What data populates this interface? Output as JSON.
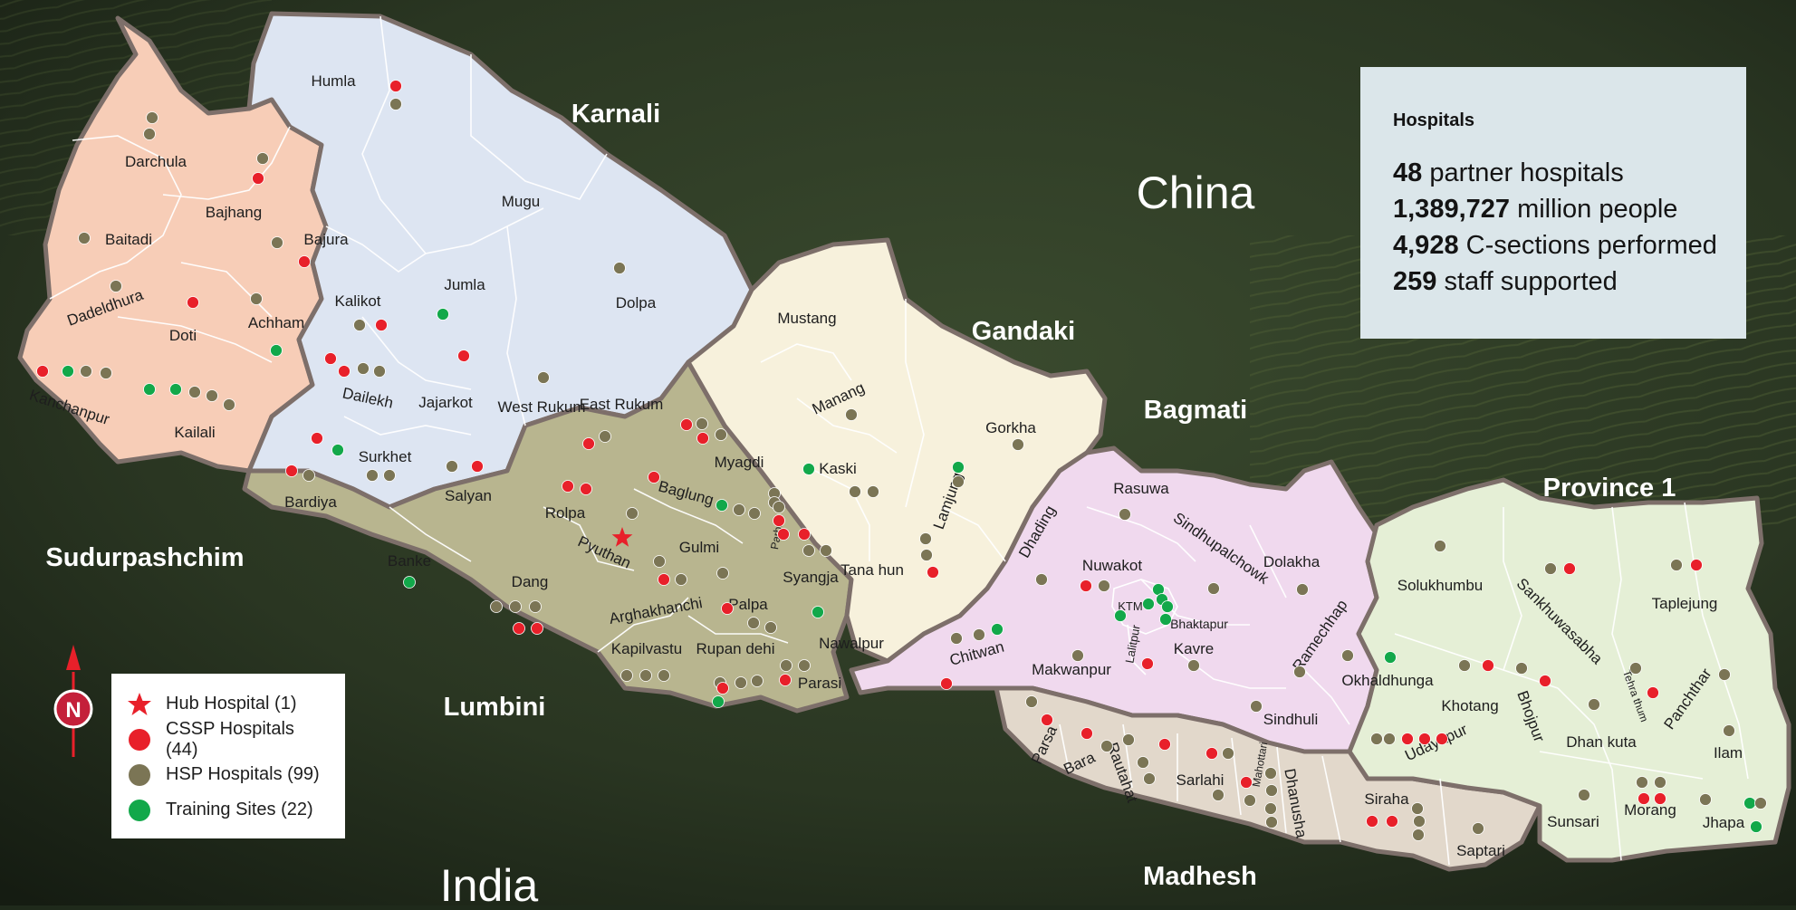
{
  "colors": {
    "sudurpashchim": "#f7cdb7",
    "karnali": "#dde5f2",
    "lumbini": "#b8b58f",
    "gandaki": "#f7f1dc",
    "bagmati": "#f0d9ee",
    "madhesh": "#e2d8cb",
    "province1": "#e5efd6",
    "cssp": "#e8202a",
    "hsp": "#7b7555",
    "training": "#12a84a",
    "hub": "#e8202a"
  },
  "countries": {
    "china": "China",
    "india": "India"
  },
  "provinces": {
    "sudurpashchim": "Sudurpashchim",
    "karnali": "Karnali",
    "lumbini": "Lumbini",
    "gandaki": "Gandaki",
    "bagmati": "Bagmati",
    "madhesh": "Madhesh",
    "province1": "Province 1"
  },
  "districts": {
    "humla": "Humla",
    "darchula": "Darchula",
    "bajhang": "Bajhang",
    "baitadi": "Baitadi",
    "bajura": "Bajura",
    "dadeldhura": "Dadeldhura",
    "doti": "Doti",
    "achham": "Achham",
    "kanchanpur": "Kanchanpur",
    "kailali": "Kailali",
    "mugu": "Mugu",
    "kalikot": "Kalikot",
    "jumla": "Jumla",
    "dolpa": "Dolpa",
    "dailekh": "Dailekh",
    "jajarkot": "Jajarkot",
    "west_rukum": "West Rukum",
    "surkhet": "Surkhet",
    "salyan": "Salyan",
    "east_rukum": "East Rukum",
    "bardiya": "Bardiya",
    "banke": "Banke",
    "rolpa": "Rolpa",
    "dang": "Dang",
    "pyuthan": "Pyuthan",
    "gulmi": "Gulmi",
    "arghakhanchi": "Arghakhanchi",
    "palpa": "Palpa",
    "kapilvastu": "Kapilvastu",
    "rupandehi": "Rupan dehi",
    "parasi": "Parasi",
    "mustang": "Mustang",
    "myagdi": "Myagdi",
    "manang": "Manang",
    "kaski": "Kaski",
    "baglung": "Baglung",
    "parbat": "Parbat",
    "syangja": "Syangja",
    "tanahun": "Tana hun",
    "nawalpur": "Nawalpur",
    "lamjung": "Lamjung",
    "gorkha": "Gorkha",
    "rasuwa": "Rasuwa",
    "dhading": "Dhading",
    "nuwakot": "Nuwakot",
    "sindhupalchowk": "Sindhupalchowk",
    "dolakha": "Dolakha",
    "ktm": "KTM",
    "bhaktapur": "Bhaktapur",
    "lalitpur": "Lalitpur",
    "kavre": "Kavre",
    "ramechhap": "Ramechhap",
    "chitwan": "Chitwan",
    "makwanpur": "Makwanpur",
    "sindhuli": "Sindhuli",
    "parsa": "Parsa",
    "bara": "Bara",
    "rautahat": "Rautahat",
    "sarlahi": "Sarlahi",
    "mahottari": "Mahottari",
    "dhanusha": "Dhanusha",
    "siraha": "Siraha",
    "saptari": "Saptari",
    "solukhumbu": "Solukhumbu",
    "sankhuwasabha": "Sankhuwasabha",
    "taplejung": "Taplejung",
    "okhaldhunga": "Okhaldhunga",
    "khotang": "Khotang",
    "bhojpur": "Bhojpur",
    "tehrathum": "Tehra thum",
    "panchthar": "Panchthar",
    "udayapur": "Udayapur",
    "dhankuta": "Dhan kuta",
    "ilam": "Ilam",
    "sunsari": "Sunsari",
    "morang": "Morang",
    "jhapa": "Jhapa"
  },
  "stats": {
    "title": "Hospitals",
    "lines": [
      {
        "value": "48",
        "label": "partner hospitals"
      },
      {
        "value": "1,389,727",
        "label": "million people"
      },
      {
        "value": "4,928",
        "label": "C-sections performed"
      },
      {
        "value": "259",
        "label": "staff supported"
      }
    ]
  },
  "legend": {
    "hub": "Hub Hospital (1)",
    "cssp": "CSSP Hospitals (44)",
    "hsp": "HSP Hospitals (99)",
    "training": "Training Sites (22)"
  },
  "compass": {
    "letter": "N",
    "icon": "north-arrow-icon"
  }
}
